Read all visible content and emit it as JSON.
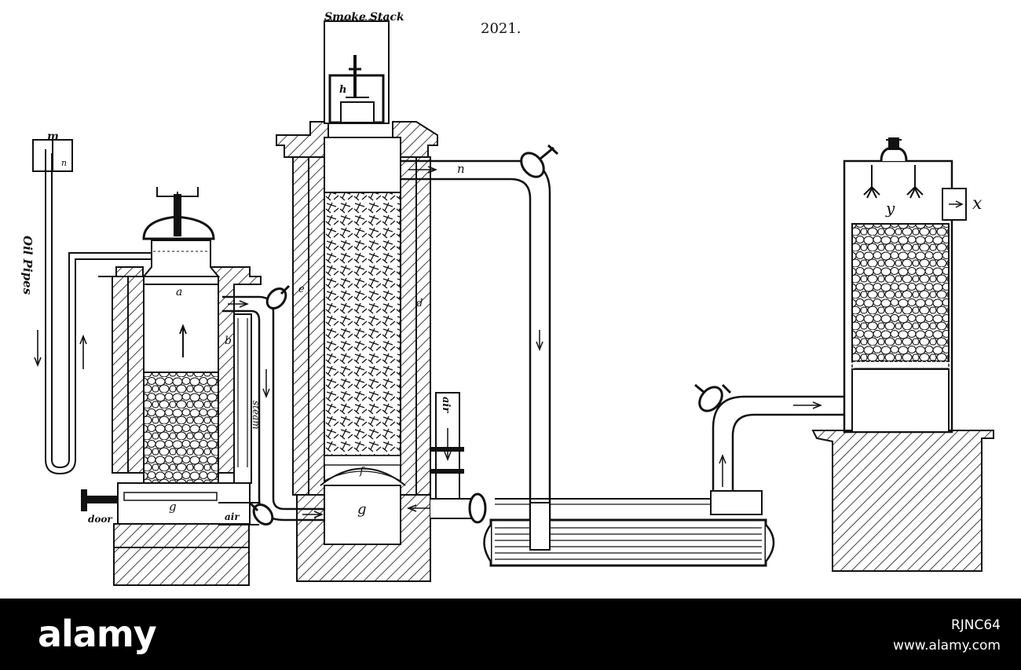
{
  "figure_number": "2021.",
  "labels": {
    "smoke_stack": "Smoke Stack",
    "oil_pipes": "Oil Pipes",
    "m": "m",
    "n_small": "n",
    "a": "a",
    "b": "b",
    "g_left": "g",
    "door": "door",
    "air_bottom": "air",
    "steam": "steam",
    "h": "h",
    "n_pipe": "n",
    "e": "e",
    "d": "d",
    "f": "f",
    "g_center": "g",
    "air_vertical": "air",
    "y": "y",
    "x": "x"
  },
  "watermark": {
    "logo": "alamy",
    "image_id": "RJNC64",
    "site": "www.alamy.com"
  },
  "colors": {
    "ink": "#111111",
    "banner": "#000000",
    "paper": "#ffffff"
  }
}
